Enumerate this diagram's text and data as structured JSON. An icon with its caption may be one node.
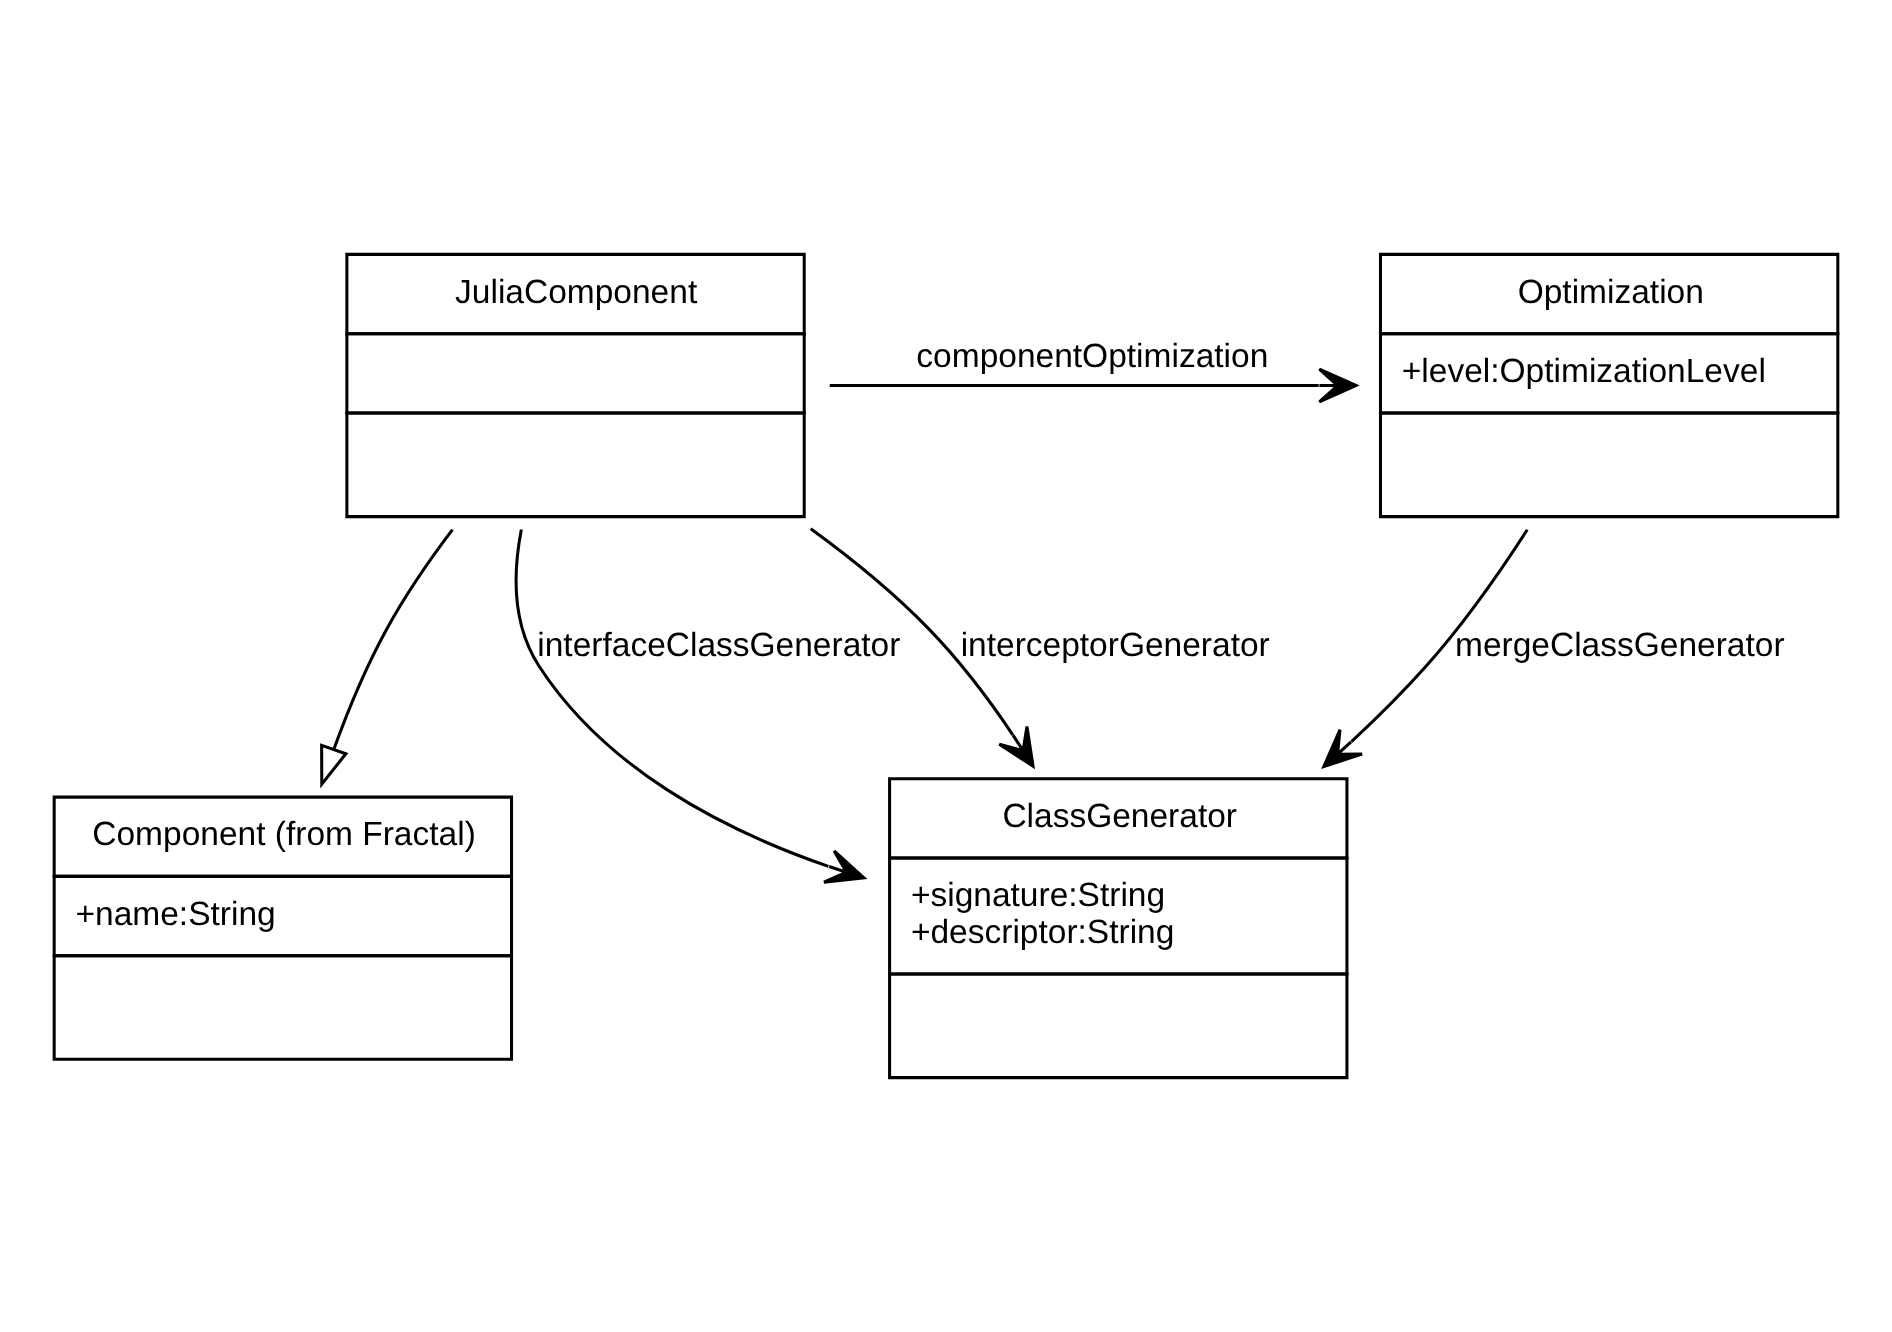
{
  "diagram": {
    "nodes": [
      {
        "text": [
          "Component (from Fractal)",
          "+name:String"
        ]
      },
      {
        "text": [
          "Optimization",
          "+level:OptimizationLevel"
        ]
      },
      {
        "text": [
          "JuliaComponent"
        ]
      },
      {
        "text": [
          "ClassGenerator",
          "+signature:String",
          "+descriptor:String"
        ]
      }
    ],
    "edges": [
      {
        "from": 2,
        "to": 0,
        "arrow": "to"
      },
      {
        "from": 2,
        "to": 1,
        "arrow": "to",
        "label": "componentOptimization"
      },
      {
        "from": 2,
        "to": 3,
        "arrow": "to",
        "label": "interfaceClassGenerator"
      },
      {
        "from": 2,
        "to": 3,
        "arrow": "to",
        "label": "interceptorGenerator"
      },
      {
        "from": 1,
        "to": 3,
        "arrow": "to",
        "label": "mergeClassGenerator"
      }
    ]
  }
}
